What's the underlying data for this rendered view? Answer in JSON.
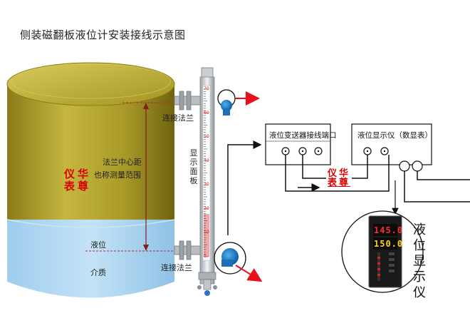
{
  "title": "侧装磁翻板液位计安装接线示意图",
  "labels": {
    "flange_top": "连接法兰",
    "flange_bottom": "连接法兰",
    "center_distance_line1": "法兰中心距",
    "center_distance_line2": "也称测量范围",
    "liquid_level": "液位",
    "medium": "介质",
    "display_panel": "显示面板"
  },
  "brand": {
    "line1": "仪华",
    "line2": "表尊"
  },
  "transmitter_box": {
    "title": "液位变送器接线端口"
  },
  "display_box": {
    "title": "液位显示仪（数显表）"
  },
  "display_device": {
    "label": "液位显示仪",
    "reading_top": "145.0",
    "reading_bottom": "150.0"
  },
  "scale_ticks": [
    "70",
    "60",
    "50",
    "40",
    "30",
    "20",
    "10",
    "0"
  ],
  "colors": {
    "tank": "#b5a630",
    "liquid": "#a8d4f0",
    "brand_red": "#d90000",
    "arrow_red": "#e8101a",
    "wire": "#111111"
  }
}
